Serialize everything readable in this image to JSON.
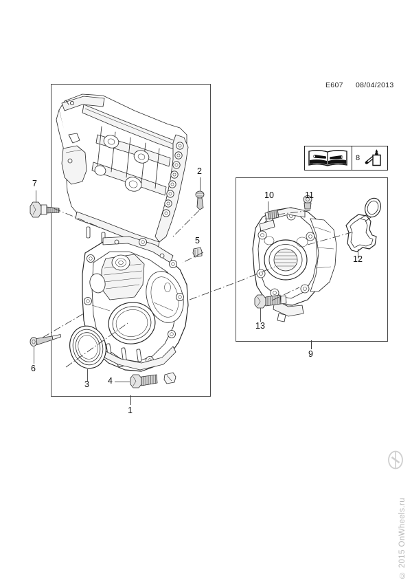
{
  "header": {
    "code": "E607",
    "date": "08/04/2013"
  },
  "icon_bar": {
    "manual_icon": "service-manual-book-wrench-icon",
    "lube_item_number": "8",
    "lube_icon": "oil-bottle-icon"
  },
  "groups": [
    {
      "id": "group-1",
      "label": "1",
      "name": "front-cover-assembly-group"
    },
    {
      "id": "group-9",
      "label": "9",
      "name": "oil-pump-assembly-group"
    }
  ],
  "callouts": [
    {
      "label": "2",
      "name": "callout-2-cover-bolt"
    },
    {
      "label": "3",
      "name": "callout-3-crankshaft-seal"
    },
    {
      "label": "4",
      "name": "callout-4-bolt"
    },
    {
      "label": "5",
      "name": "callout-5-plug"
    },
    {
      "label": "6",
      "name": "callout-6-screw"
    },
    {
      "label": "7",
      "name": "callout-7-bolt"
    },
    {
      "label": "10",
      "name": "callout-10-relief-valve"
    },
    {
      "label": "11",
      "name": "callout-11-bolt"
    },
    {
      "label": "12",
      "name": "callout-12-gasket"
    },
    {
      "label": "13",
      "name": "callout-13-bolt"
    }
  ],
  "watermark": {
    "text": "© 2015 OnWheels.ru",
    "logo": "onwheels-circle-logo"
  }
}
